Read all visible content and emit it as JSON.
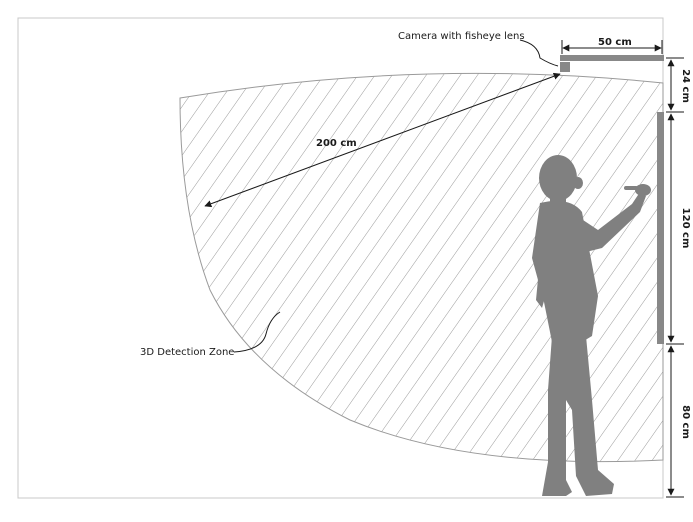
{
  "labels": {
    "camera": "Camera with fisheye lens",
    "range": "200 cm",
    "zone": "3D Detection Zone"
  },
  "dimensions": {
    "horizontal_offset": "50 cm",
    "ceiling_gap": "24 cm",
    "screen_height": "120 cm",
    "floor_gap": "80 cm"
  },
  "colors": {
    "wall": "#888888",
    "person": "#808080",
    "hatch": "#9a9a9a",
    "zone_outline": "#9a9a9a",
    "frame": "#c8c8c8",
    "ink": "#1a1a1a"
  }
}
